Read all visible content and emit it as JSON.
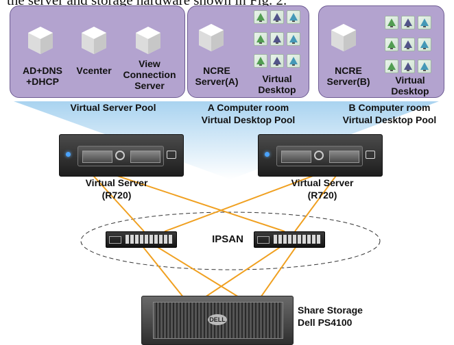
{
  "caption": "the server and storage hardware shown in Fig. 2.",
  "pools": {
    "server_vms": [
      {
        "line1": "AD+DNS",
        "line2": "+DHCP"
      },
      {
        "line1": "Vcenter",
        "line2": ""
      },
      {
        "line1": "View",
        "line2": "Connection",
        "line3": "Server"
      }
    ],
    "room_a": {
      "server_line1": "NCRE",
      "server_line2": "Server(A)",
      "desktop_line1": "Virtual",
      "desktop_line2": "Desktop"
    },
    "room_b": {
      "server_line1": "NCRE",
      "server_line2": "Server(B)",
      "desktop_line1": "Virtual",
      "desktop_line2": "Desktop"
    }
  },
  "pool_labels": {
    "virtual_server_pool": "Virtual Server Pool",
    "room_a_line1": "A Computer room",
    "room_a_line2": "Virtual Desktop Pool",
    "room_b_line1": "B Computer room",
    "room_b_line2": "Virtual Desktop Pool"
  },
  "servers": [
    {
      "line1": "Virtual Server",
      "line2": "(R720)"
    },
    {
      "line1": "Virtual Server",
      "line2": "(R720)"
    }
  ],
  "ipsan_label": "IPSAN",
  "storage": {
    "line1": "Share Storage",
    "line2": "Dell PS4100",
    "badge": "DELL"
  },
  "colors": {
    "pool_fill": "#b3a3cf",
    "pool_border": "#6d5b92",
    "link": "#f0a020",
    "beam": "#cfe6f6"
  }
}
